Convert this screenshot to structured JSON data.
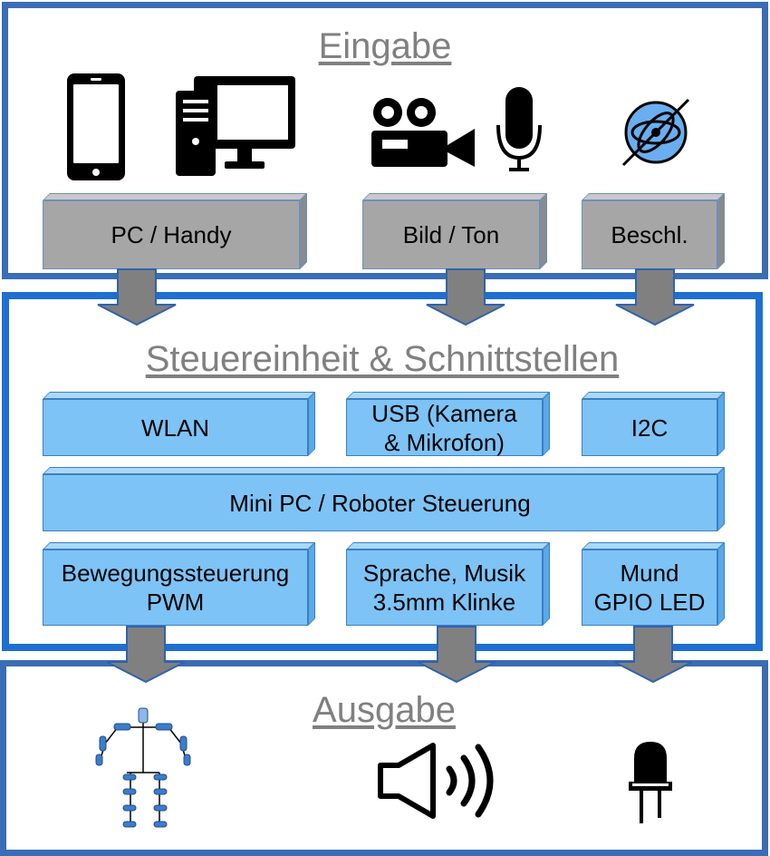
{
  "input": {
    "title": "Eingabe",
    "boxes": {
      "pc": "PC / Handy",
      "media": "Bild / Ton",
      "accel": "Beschl."
    }
  },
  "control": {
    "title": "Steuereinheit & Schnittstellen",
    "row1": {
      "wlan": "WLAN",
      "usb_line1": "USB (Kamera",
      "usb_line2": "& Mikrofon)",
      "i2c": "I2C"
    },
    "core": "Mini PC / Roboter Steuerung",
    "row3": {
      "motion_line1": "Bewegungssteuerung",
      "motion_line2": "PWM",
      "audio_line1": "Sprache, Musik",
      "audio_line2": "3.5mm Klinke",
      "mouth_line1": "Mund",
      "mouth_line2": "GPIO LED"
    }
  },
  "output": {
    "title": "Ausgabe"
  },
  "colors": {
    "frame": "#3a6db5",
    "frame_mid": "#1f6fd1",
    "grey_box": "#a6a6a6",
    "blue_box": "#7dc3f6",
    "arrow": "#808080",
    "title": "#808080"
  }
}
